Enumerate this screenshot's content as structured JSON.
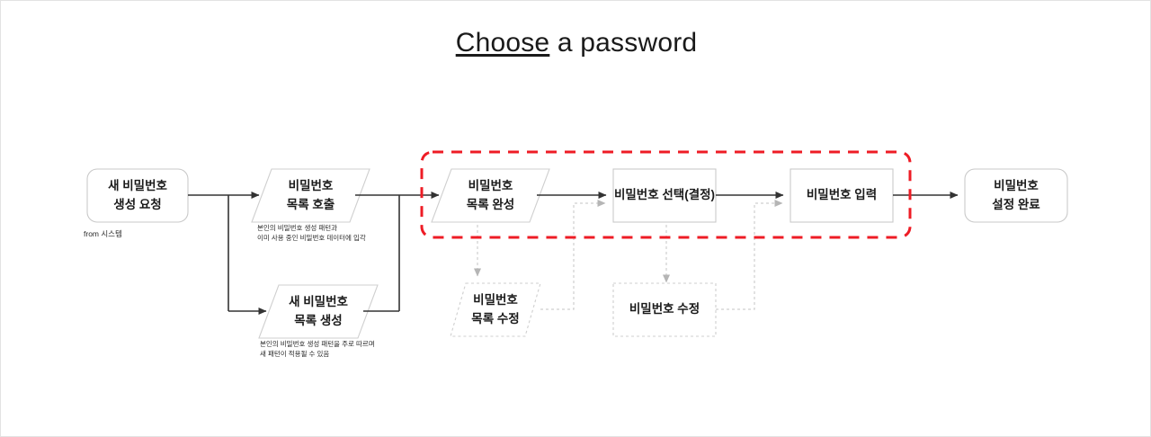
{
  "page": {
    "title_underlined": "Choose",
    "title_rest": " a password",
    "background": "#ffffff",
    "highlight_color": "#ee1c25",
    "node_stroke": "#c9c9c9",
    "arrow_color": "#333333",
    "muted_color": "#bdbdbd"
  },
  "nodes": {
    "start": {
      "id": "start",
      "shape": "rounded-rect",
      "line1": "새 비밀번호",
      "line2": "생성 요청",
      "caption": "from 시스템"
    },
    "call_list": {
      "id": "call-list",
      "shape": "parallelogram",
      "line1": "비밀번호",
      "line2": "목록 호출",
      "caption_line1": "본인의 비밀번호 생성 패턴과",
      "caption_line2": "이미 사용 중인 비밀번호 데이터에 입각"
    },
    "create_list": {
      "id": "create-list",
      "shape": "parallelogram",
      "line1": "새 비밀번호",
      "line2": "목록 생성",
      "caption_line1": "본인의 비밀번호 생성 패턴을 주로 따르며",
      "caption_line2": "새 패턴이 적용될 수 있음"
    },
    "complete_list": {
      "id": "complete-list",
      "shape": "parallelogram",
      "line1": "비밀번호",
      "line2": "목록 완성"
    },
    "select_password": {
      "id": "select-password",
      "shape": "rect",
      "line1": "비밀번호 선택(결정)"
    },
    "enter_password": {
      "id": "enter-password",
      "shape": "rect",
      "line1": "비밀번호 입력"
    },
    "done": {
      "id": "done",
      "shape": "rounded-rect",
      "line1": "비밀번호",
      "line2": "설정 완료"
    },
    "edit_list": {
      "id": "edit-list",
      "shape": "parallelogram-dashed",
      "line1": "비밀번호",
      "line2": "목록 수정"
    },
    "edit_password": {
      "id": "edit-password",
      "shape": "rect-dashed",
      "line1": "비밀번호 수정"
    }
  },
  "chart_data": {
    "type": "diagram",
    "title": "Choose a password",
    "flow": [
      {
        "from": "start",
        "to": "call_list",
        "style": "solid"
      },
      {
        "from": "start",
        "to": "create_list",
        "style": "solid"
      },
      {
        "from": "call_list",
        "to": "complete_list",
        "style": "solid"
      },
      {
        "from": "create_list",
        "to": "complete_list",
        "style": "solid"
      },
      {
        "from": "complete_list",
        "to": "select_password",
        "style": "solid"
      },
      {
        "from": "select_password",
        "to": "enter_password",
        "style": "solid"
      },
      {
        "from": "enter_password",
        "to": "done",
        "style": "solid"
      },
      {
        "from": "complete_list",
        "to": "edit_list",
        "style": "dashed"
      },
      {
        "from": "edit_list",
        "to": "select_password",
        "style": "dashed"
      },
      {
        "from": "select_password",
        "to": "edit_password",
        "style": "dashed"
      },
      {
        "from": "edit_password",
        "to": "enter_password",
        "style": "dashed"
      }
    ],
    "highlight_region": {
      "style": "red-dashed",
      "contains": [
        "complete_list",
        "select_password",
        "enter_password"
      ]
    }
  }
}
